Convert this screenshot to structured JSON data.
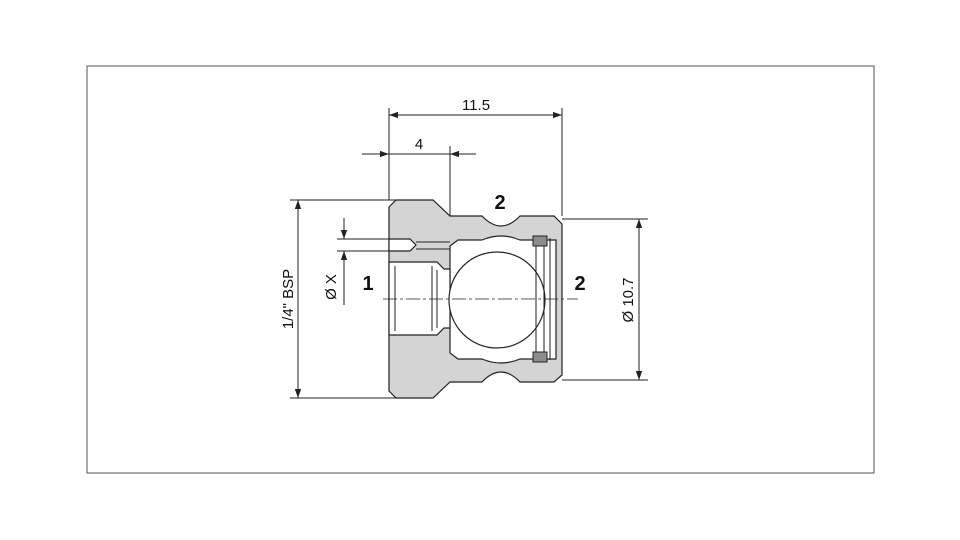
{
  "drawing": {
    "colors": {
      "background": "#ffffff",
      "frame": "#555555",
      "body_fill": "#d4d4d4",
      "line": "#222222",
      "seal_fill": "#8c8c8c"
    },
    "dimensions": {
      "overall_length": "11.5",
      "shoulder_length": "4",
      "thread": "1/4\" BSP",
      "bore_diameter": "Ø X",
      "outer_diameter": "Ø 10.7"
    },
    "port_labels": {
      "left": "1",
      "top": "2",
      "right": "2"
    }
  }
}
